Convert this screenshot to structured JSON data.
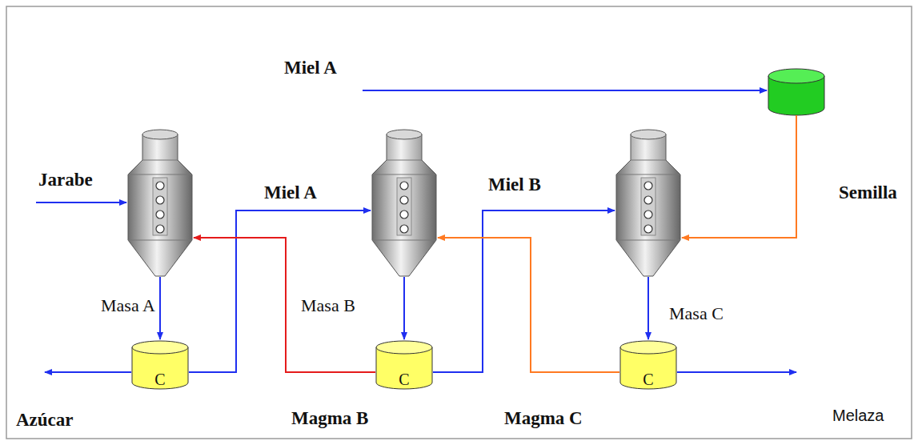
{
  "diagram": {
    "nodes": [
      {
        "text": [
          "C"
        ]
      },
      {
        "text": [
          "C"
        ]
      },
      {
        "text": [
          "C"
        ]
      }
    ],
    "labels": [
      "Miel A",
      "Jarabe",
      "Miel A",
      "Miel B",
      "Semilla",
      "Masa A",
      "Masa B",
      "Masa C",
      "Azúcar",
      "Magma B",
      "Magma C",
      "Melaza"
    ]
  }
}
